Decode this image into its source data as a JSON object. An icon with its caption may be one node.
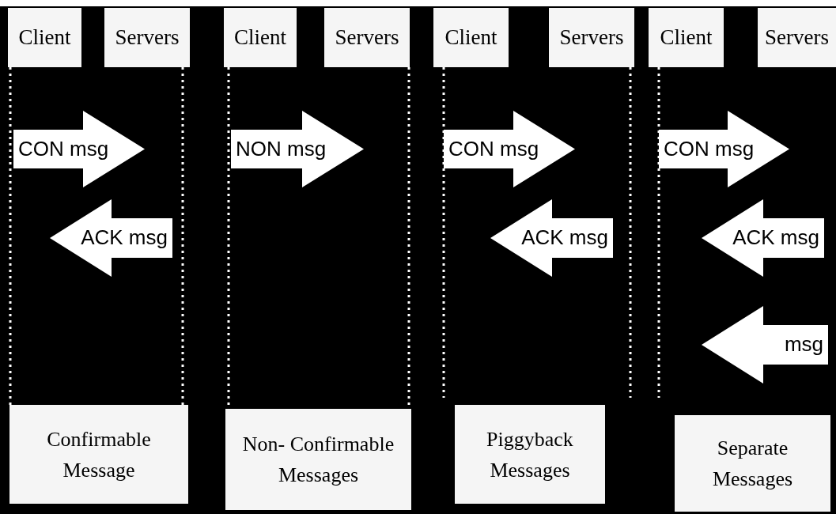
{
  "diagram": {
    "nodes": [
      {
        "text": [
          "Client"
        ]
      },
      {
        "text": [
          "Servers"
        ]
      },
      {
        "text": [
          "Client"
        ]
      },
      {
        "text": [
          "Servers"
        ]
      },
      {
        "text": [
          "Client"
        ]
      },
      {
        "text": [
          "Servers"
        ]
      },
      {
        "text": [
          "Client"
        ]
      },
      {
        "text": [
          "Servers"
        ]
      },
      {
        "text": [
          "CON msg"
        ]
      },
      {
        "text": [
          "ACK msg"
        ]
      },
      {
        "text": [
          "NON msg"
        ]
      },
      {
        "text": [
          "CON msg"
        ]
      },
      {
        "text": [
          "ACK msg"
        ]
      },
      {
        "text": [
          "CON msg"
        ]
      },
      {
        "text": [
          "ACK msg"
        ]
      },
      {
        "text": [
          "msg"
        ]
      },
      {
        "text": [
          "Confirmable Message"
        ]
      },
      {
        "text": [
          "Non- Confirmable Messages"
        ]
      },
      {
        "text": [
          "Piggyback Messages"
        ]
      },
      {
        "text": [
          "Separate Messages"
        ]
      }
    ],
    "edges": [
      {
        "from": 0,
        "to": 16,
        "arrow": "none",
        "style": "dashed"
      },
      {
        "from": 1,
        "to": 16,
        "arrow": "none",
        "style": "dashed"
      },
      {
        "from": 2,
        "to": 17,
        "arrow": "none",
        "style": "dashed"
      },
      {
        "from": 3,
        "to": 17,
        "arrow": "none",
        "style": "dashed"
      },
      {
        "from": 4,
        "to": null,
        "arrow": "none",
        "style": "dashed"
      },
      {
        "from": 5,
        "to": null,
        "arrow": "none",
        "style": "dashed"
      },
      {
        "from": 6,
        "to": null,
        "arrow": "none",
        "style": "dashed"
      }
    ]
  }
}
